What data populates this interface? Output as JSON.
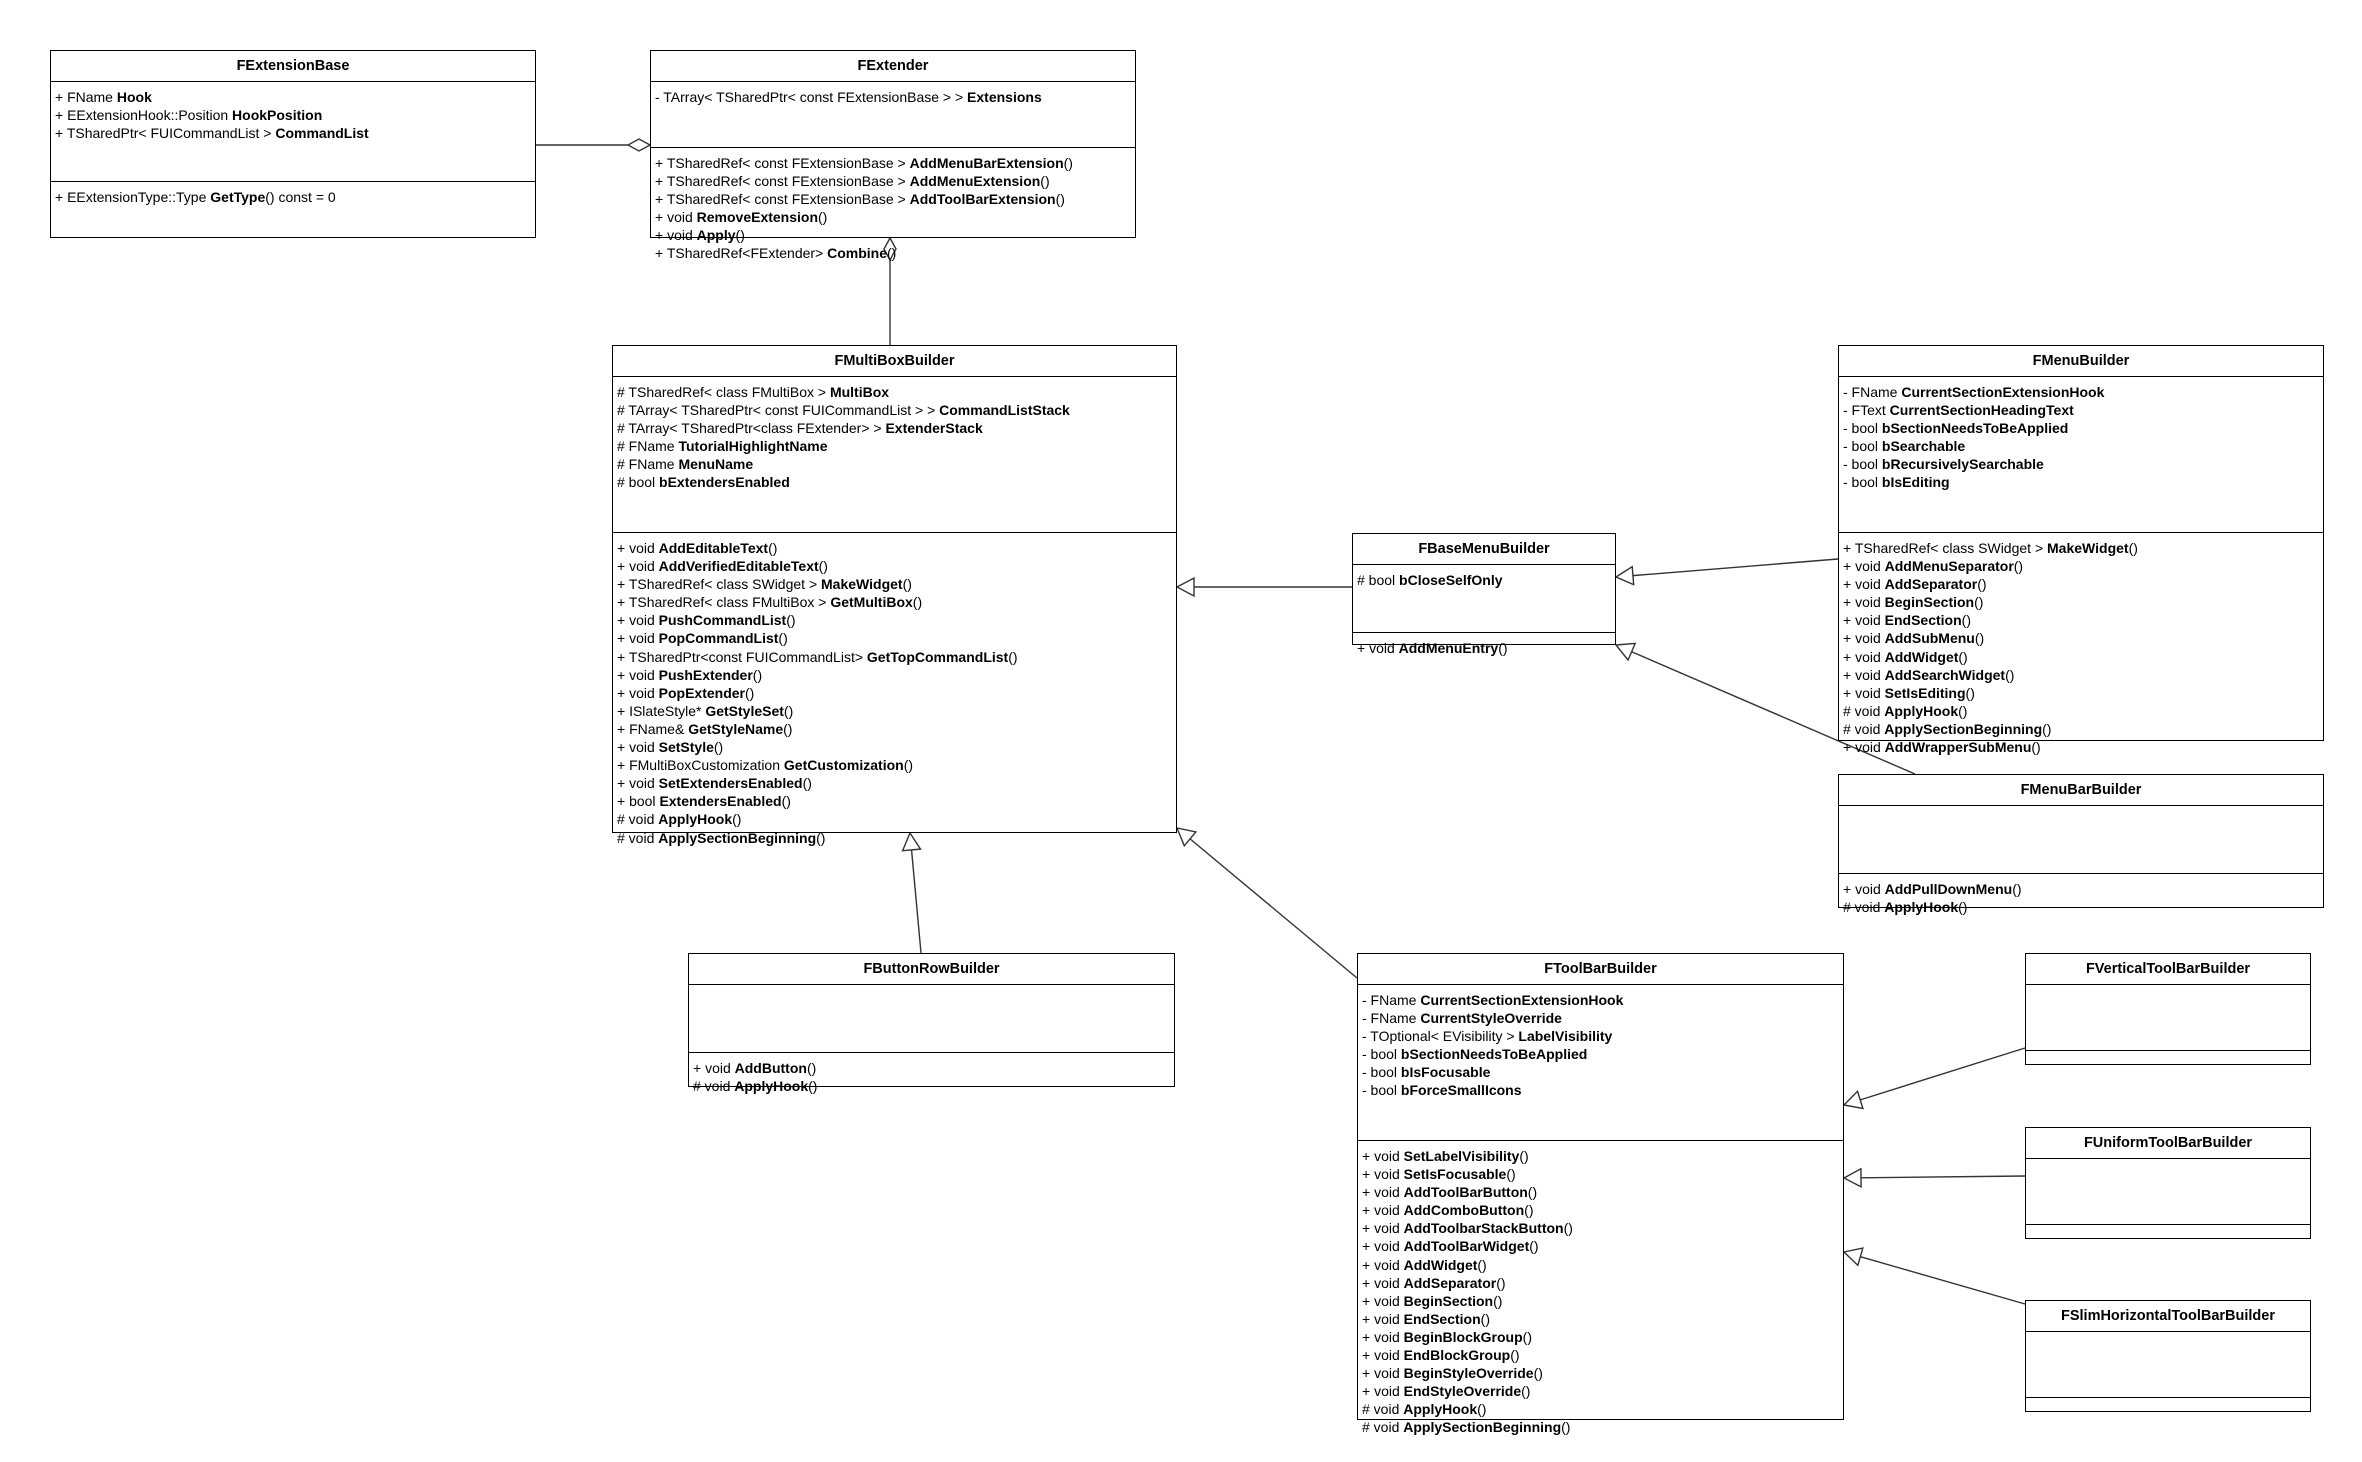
{
  "classes": [
    {
      "id": "FExtensionBase",
      "name": "FExtensionBase",
      "attributes": [
        {
          "pre": "+ FName ",
          "name": "Hook",
          "post": ""
        },
        {
          "pre": "+ EExtensionHook::Position ",
          "name": "HookPosition",
          "post": ""
        },
        {
          "pre": "+ TSharedPtr< FUICommandList > ",
          "name": "CommandList",
          "post": ""
        }
      ],
      "operations": [
        {
          "pre": "+ EExtensionType::Type ",
          "name": "GetType",
          "post": "() const = 0"
        }
      ]
    },
    {
      "id": "FExtender",
      "name": "FExtender",
      "attributes": [
        {
          "pre": "- TArray< TSharedPtr< const FExtensionBase > > ",
          "name": "Extensions",
          "post": ""
        }
      ],
      "operations": [
        {
          "pre": "+ TSharedRef< const FExtensionBase > ",
          "name": "AddMenuBarExtension",
          "post": "()"
        },
        {
          "pre": "+ TSharedRef< const FExtensionBase > ",
          "name": "AddMenuExtension",
          "post": "()"
        },
        {
          "pre": "+ TSharedRef< const FExtensionBase > ",
          "name": "AddToolBarExtension",
          "post": "()"
        },
        {
          "pre": "+ void ",
          "name": "RemoveExtension",
          "post": "()"
        },
        {
          "pre": "+ void ",
          "name": "Apply",
          "post": "()"
        },
        {
          "pre": "+ TSharedRef<FExtender> ",
          "name": "Combine",
          "post": "()"
        }
      ]
    },
    {
      "id": "FMultiBoxBuilder",
      "name": "FMultiBoxBuilder",
      "attributes": [
        {
          "pre": "# TSharedRef< class FMultiBox > ",
          "name": "MultiBox",
          "post": ""
        },
        {
          "pre": "# TArray< TSharedPtr< const FUICommandList > > ",
          "name": "CommandListStack",
          "post": ""
        },
        {
          "pre": "# TArray< TSharedPtr<class FExtender> > ",
          "name": "ExtenderStack",
          "post": ""
        },
        {
          "pre": "# FName ",
          "name": "TutorialHighlightName",
          "post": ""
        },
        {
          "pre": "# FName ",
          "name": "MenuName",
          "post": ""
        },
        {
          "pre": "# bool ",
          "name": "bExtendersEnabled",
          "post": ""
        }
      ],
      "operations": [
        {
          "pre": "+ void ",
          "name": "AddEditableText",
          "post": "()"
        },
        {
          "pre": "+ void ",
          "name": "AddVerifiedEditableText",
          "post": "()"
        },
        {
          "pre": "+ TSharedRef< class SWidget > ",
          "name": "MakeWidget",
          "post": "()"
        },
        {
          "pre": "+ TSharedRef< class FMultiBox > ",
          "name": "GetMultiBox",
          "post": "()"
        },
        {
          "pre": "+ void ",
          "name": "PushCommandList",
          "post": "()"
        },
        {
          "pre": "+ void ",
          "name": "PopCommandList",
          "post": "()"
        },
        {
          "pre": "+ TSharedPtr<const FUICommandList> ",
          "name": "GetTopCommandList",
          "post": "()"
        },
        {
          "pre": "+ void ",
          "name": "PushExtender",
          "post": "()"
        },
        {
          "pre": "+ void ",
          "name": "PopExtender",
          "post": "()"
        },
        {
          "pre": "+ ISlateStyle* ",
          "name": "GetStyleSet",
          "post": "()"
        },
        {
          "pre": "+ FName& ",
          "name": "GetStyleName",
          "post": "()"
        },
        {
          "pre": "+ void ",
          "name": "SetStyle",
          "post": "()"
        },
        {
          "pre": "+ FMultiBoxCustomization ",
          "name": "GetCustomization",
          "post": "()"
        },
        {
          "pre": "+ void ",
          "name": "SetExtendersEnabled",
          "post": "()"
        },
        {
          "pre": "+ bool ",
          "name": "ExtendersEnabled",
          "post": "()"
        },
        {
          "pre": "# void ",
          "name": "ApplyHook",
          "post": "()"
        },
        {
          "pre": "# void ",
          "name": "ApplySectionBeginning",
          "post": "()"
        }
      ]
    },
    {
      "id": "FBaseMenuBuilder",
      "name": "FBaseMenuBuilder",
      "attributes": [
        {
          "pre": "# bool ",
          "name": "bCloseSelfOnly",
          "post": ""
        }
      ],
      "operations": [
        {
          "pre": "+ void ",
          "name": "AddMenuEntry",
          "post": "()"
        }
      ]
    },
    {
      "id": "FMenuBuilder",
      "name": "FMenuBuilder",
      "attributes": [
        {
          "pre": "- FName ",
          "name": "CurrentSectionExtensionHook",
          "post": ""
        },
        {
          "pre": "- FText ",
          "name": "CurrentSectionHeadingText",
          "post": ""
        },
        {
          "pre": "- bool ",
          "name": "bSectionNeedsToBeApplied",
          "post": ""
        },
        {
          "pre": "- bool ",
          "name": "bSearchable",
          "post": ""
        },
        {
          "pre": "- bool ",
          "name": "bRecursivelySearchable",
          "post": ""
        },
        {
          "pre": "- bool ",
          "name": "bIsEditing",
          "post": ""
        }
      ],
      "operations": [
        {
          "pre": "+ TSharedRef< class SWidget > ",
          "name": "MakeWidget",
          "post": "()"
        },
        {
          "pre": "+ void ",
          "name": "AddMenuSeparator",
          "post": "()"
        },
        {
          "pre": "+ void ",
          "name": "AddSeparator",
          "post": "()"
        },
        {
          "pre": "+ void ",
          "name": "BeginSection",
          "post": "()"
        },
        {
          "pre": "+ void ",
          "name": "EndSection",
          "post": "()"
        },
        {
          "pre": "+ void ",
          "name": "AddSubMenu",
          "post": "()"
        },
        {
          "pre": "+ void ",
          "name": "AddWidget",
          "post": "()"
        },
        {
          "pre": "+ void ",
          "name": "AddSearchWidget",
          "post": "()"
        },
        {
          "pre": "+ void ",
          "name": "SetIsEditing",
          "post": "()"
        },
        {
          "pre": "# void ",
          "name": "ApplyHook",
          "post": "()"
        },
        {
          "pre": "# void ",
          "name": "ApplySectionBeginning",
          "post": "()"
        },
        {
          "pre": "+ void ",
          "name": "AddWrapperSubMenu",
          "post": "()"
        }
      ]
    },
    {
      "id": "FMenuBarBuilder",
      "name": "FMenuBarBuilder",
      "attributes": [],
      "operations": [
        {
          "pre": "+ void ",
          "name": "AddPullDownMenu",
          "post": "()"
        },
        {
          "pre": "# void ",
          "name": "ApplyHook",
          "post": "()"
        }
      ]
    },
    {
      "id": "FButtonRowBuilder",
      "name": "FButtonRowBuilder",
      "attributes": [],
      "operations": [
        {
          "pre": "+ void ",
          "name": "AddButton",
          "post": "()"
        },
        {
          "pre": "# void ",
          "name": "ApplyHook",
          "post": "()"
        }
      ]
    },
    {
      "id": "FToolBarBuilder",
      "name": "FToolBarBuilder",
      "attributes": [
        {
          "pre": "- FName ",
          "name": "CurrentSectionExtensionHook",
          "post": ""
        },
        {
          "pre": "- FName ",
          "name": "CurrentStyleOverride",
          "post": ""
        },
        {
          "pre": "- TOptional< EVisibility > ",
          "name": "LabelVisibility",
          "post": ""
        },
        {
          "pre": "- bool ",
          "name": "bSectionNeedsToBeApplied",
          "post": ""
        },
        {
          "pre": "- bool ",
          "name": "bIsFocusable",
          "post": ""
        },
        {
          "pre": "- bool ",
          "name": "bForceSmallIcons",
          "post": ""
        }
      ],
      "operations": [
        {
          "pre": "+ void ",
          "name": "SetLabelVisibility",
          "post": "()"
        },
        {
          "pre": "+ void ",
          "name": "SetIsFocusable",
          "post": "()"
        },
        {
          "pre": "+ void ",
          "name": "AddToolBarButton",
          "post": "()"
        },
        {
          "pre": "+ void ",
          "name": "AddComboButton",
          "post": "()"
        },
        {
          "pre": "+ void ",
          "name": "AddToolbarStackButton",
          "post": "()"
        },
        {
          "pre": "+ void ",
          "name": "AddToolBarWidget",
          "post": "()"
        },
        {
          "pre": "+ void ",
          "name": "AddWidget",
          "post": "()"
        },
        {
          "pre": "+ void ",
          "name": "AddSeparator",
          "post": "()"
        },
        {
          "pre": "+ void ",
          "name": "BeginSection",
          "post": "()"
        },
        {
          "pre": "+ void ",
          "name": "EndSection",
          "post": "()"
        },
        {
          "pre": "+ void ",
          "name": "BeginBlockGroup",
          "post": "()"
        },
        {
          "pre": "+ void ",
          "name": "EndBlockGroup",
          "post": "()"
        },
        {
          "pre": "+ void ",
          "name": "BeginStyleOverride",
          "post": "()"
        },
        {
          "pre": "+ void ",
          "name": "EndStyleOverride",
          "post": "()"
        },
        {
          "pre": "# void ",
          "name": "ApplyHook",
          "post": "()"
        },
        {
          "pre": "# void ",
          "name": "ApplySectionBeginning",
          "post": "()"
        }
      ]
    },
    {
      "id": "FVerticalToolBarBuilder",
      "name": "FVerticalToolBarBuilder",
      "attributes": [],
      "operations": []
    },
    {
      "id": "FUniformToolBarBuilder",
      "name": "FUniformToolBarBuilder",
      "attributes": [],
      "operations": []
    },
    {
      "id": "FSlimHorizontalToolBarBuilder",
      "name": "FSlimHorizontalToolBarBuilder",
      "attributes": [],
      "operations": []
    }
  ],
  "relationships": [
    {
      "type": "aggregation",
      "part": "FExtensionBase",
      "whole": "FExtender"
    },
    {
      "type": "aggregation",
      "part": "FMultiBoxBuilder",
      "whole": "FExtender"
    },
    {
      "type": "generalization",
      "child": "FBaseMenuBuilder",
      "parent": "FMultiBoxBuilder"
    },
    {
      "type": "generalization",
      "child": "FMenuBuilder",
      "parent": "FBaseMenuBuilder"
    },
    {
      "type": "generalization",
      "child": "FMenuBarBuilder",
      "parent": "FBaseMenuBuilder"
    },
    {
      "type": "generalization",
      "child": "FButtonRowBuilder",
      "parent": "FMultiBoxBuilder"
    },
    {
      "type": "generalization",
      "child": "FToolBarBuilder",
      "parent": "FMultiBoxBuilder"
    },
    {
      "type": "generalization",
      "child": "FVerticalToolBarBuilder",
      "parent": "FToolBarBuilder"
    },
    {
      "type": "generalization",
      "child": "FUniformToolBarBuilder",
      "parent": "FToolBarBuilder"
    },
    {
      "type": "generalization",
      "child": "FSlimHorizontalToolBarBuilder",
      "parent": "FToolBarBuilder"
    }
  ]
}
